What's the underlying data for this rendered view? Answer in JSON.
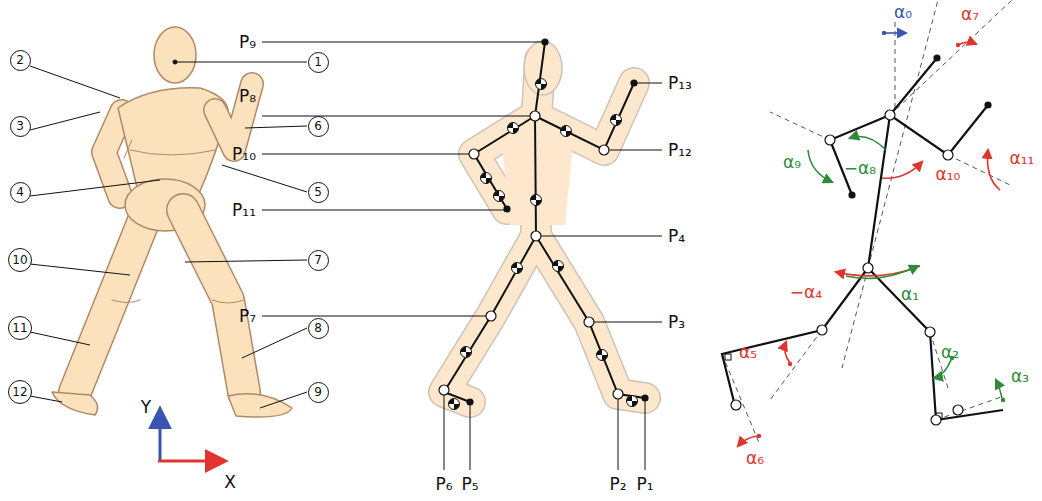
{
  "diagram": {
    "nodes": [
      {
        "text": [
          "1"
        ]
      },
      {
        "text": [
          "2"
        ]
      },
      {
        "text": [
          "3"
        ]
      },
      {
        "text": [
          "4"
        ]
      },
      {
        "text": [
          "5"
        ]
      },
      {
        "text": [
          "6"
        ]
      },
      {
        "text": [
          "7"
        ]
      },
      {
        "text": [
          "8"
        ]
      },
      {
        "text": [
          "9"
        ]
      },
      {
        "text": [
          "10"
        ]
      },
      {
        "text": [
          "11"
        ]
      },
      {
        "text": [
          "12"
        ]
      }
    ],
    "labels": [
      "Y",
      "X",
      "P₉",
      "P₈",
      "P₁₀",
      "P₁₁",
      "P₇",
      "P₁₃",
      "P₁₂",
      "P₄",
      "P₃",
      "P₆",
      "P₅",
      "P₂",
      "P₁",
      "α₀",
      "α₇",
      "α₉",
      "−α₈",
      "α₁₀",
      "α₁₁",
      "−α₄",
      "α₁",
      "α₅",
      "α₂",
      "α₃",
      "α₆"
    ]
  }
}
